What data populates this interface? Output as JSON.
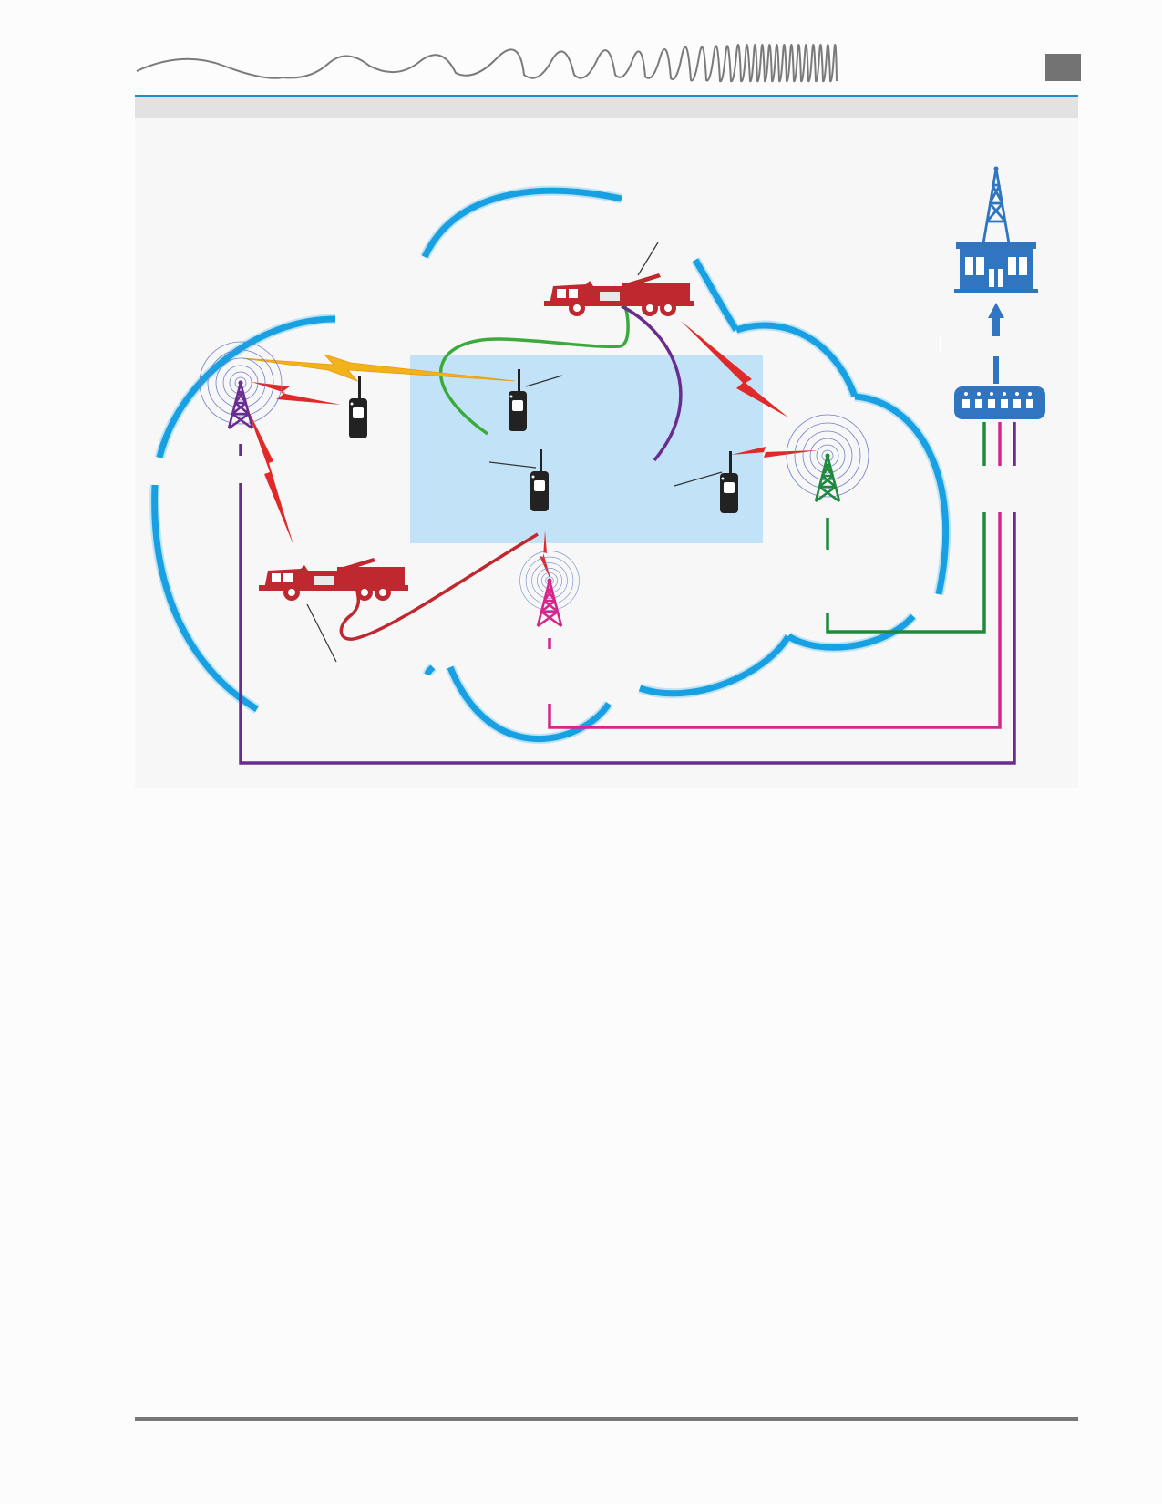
{
  "header": {
    "chapter_box_text": "",
    "section_band_text": "",
    "colors": {
      "accent": "#1a8dcf",
      "band": "#e2e2e2",
      "chapter_box": "#737373",
      "wave": "#7a7a7a"
    }
  },
  "diagram": {
    "cloud_color": "#1aa0e0",
    "interop_zone_color": "#c2e3f7",
    "link_colors": {
      "purple": "#6a2c8f",
      "green": "#1f8a3c",
      "magenta": "#d6268c",
      "red": "#e02a2a",
      "dark_red": "#c0282f",
      "orange": "#f2b21b",
      "dispatch": "#2f75bf"
    },
    "nodes": [
      {
        "id": "tower-purple",
        "icon": "radio-tower-icon",
        "color": "#6a2c8f"
      },
      {
        "id": "tower-magenta",
        "icon": "radio-tower-icon",
        "color": "#d6268c"
      },
      {
        "id": "tower-green",
        "icon": "radio-tower-icon",
        "color": "#1f8a3c"
      },
      {
        "id": "fire-engine-top",
        "icon": "fire-engine-icon",
        "color": "#c0282f"
      },
      {
        "id": "fire-engine-left",
        "icon": "fire-engine-icon",
        "color": "#c0282f"
      },
      {
        "id": "handheld-radio-1",
        "icon": "handheld-radio-icon",
        "color": "#222222"
      },
      {
        "id": "handheld-radio-2",
        "icon": "handheld-radio-icon",
        "color": "#222222"
      },
      {
        "id": "handheld-radio-3",
        "icon": "handheld-radio-icon",
        "color": "#222222"
      },
      {
        "id": "handheld-radio-4",
        "icon": "handheld-radio-icon",
        "color": "#222222"
      },
      {
        "id": "dispatch-center",
        "icon": "dispatch-building-icon",
        "color": "#2f75bf"
      },
      {
        "id": "network-switch",
        "icon": "network-switch-icon",
        "color": "#2f75bf"
      }
    ],
    "callout_labels": []
  },
  "footer": {
    "rule_color": "#777777"
  }
}
